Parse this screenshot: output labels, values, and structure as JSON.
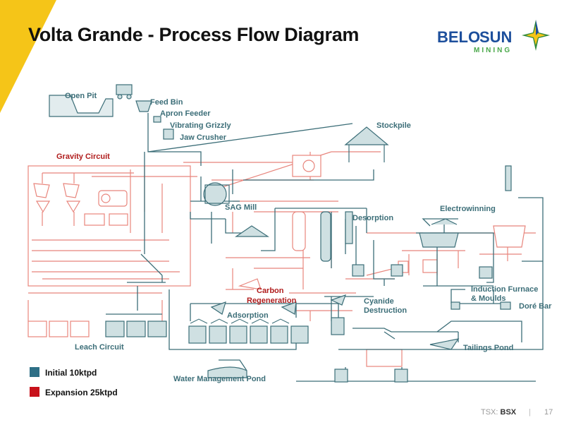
{
  "slide": {
    "title": "Volta Grande - Process Flow Diagram",
    "page_number": "17",
    "ticker_prefix": "TSX:",
    "ticker": "BSX",
    "accent_color": "#f5c518"
  },
  "logo": {
    "word1": "BELO",
    "word2": "SUN",
    "subtitle": "MINING",
    "color_primary": "#1d4f9c",
    "color_secondary": "#4aa84a"
  },
  "diagram": {
    "labels": {
      "open_pit": "Open Pit",
      "feed_bin": "Feed Bin",
      "apron_feeder": "Apron Feeder",
      "vibrating_grizzly": "Vibrating Grizzly",
      "jaw_crusher": "Jaw Crusher",
      "stockpile": "Stockpile",
      "gravity_circuit": "Gravity Circuit",
      "sag_mill": "SAG Mill",
      "desorption": "Desorption",
      "electrowinning": "Electrowinning",
      "carbon_regeneration_line1": "Carbon",
      "carbon_regeneration_line2": "Regeneration",
      "adsorption": "Adsorption",
      "cyanide_destruction_line1": "Cyanide",
      "cyanide_destruction_line2": "Destruction",
      "induction_furnace_line1": "Induction Furnace",
      "induction_furnace_line2": "& Moulds",
      "dore_bar": "Doré Bar",
      "leach_circuit": "Leach Circuit",
      "tailings_pond": "Tailings Pond",
      "water_management_pond": "Water Management Pond"
    },
    "colors": {
      "initial": "#3c6e78",
      "expansion": "#e8857c"
    }
  },
  "legend": {
    "items": [
      {
        "label": "Initial 10ktpd",
        "color": "#2e6f86"
      },
      {
        "label": "Expansion 25ktpd",
        "color": "#c8121b"
      }
    ]
  }
}
